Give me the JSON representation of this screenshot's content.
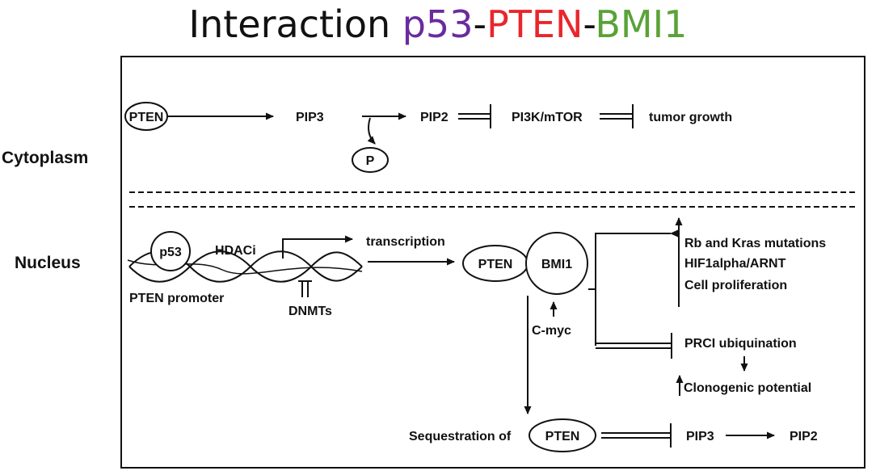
{
  "title": {
    "prefix": "Interaction ",
    "p53": "p53",
    "dash1": "-",
    "pten": "PTEN",
    "dash2": "-",
    "bmi1": "BMI1"
  },
  "colors": {
    "p53": "#6a2b9e",
    "pten": "#e8262c",
    "bmi1": "#5aa238",
    "text": "#111111"
  },
  "sections": {
    "cytoplasm": "Cytoplasm",
    "nucleus": "Nucleus"
  },
  "cytoplasm_pathway": {
    "pten": "PTEN",
    "pip3": "PIP3",
    "pip2": "PIP2",
    "phosphate": "P",
    "pi3k_mtor": "PI3K/mTOR",
    "tumor_growth": "tumor growth"
  },
  "nucleus_pathway": {
    "p53": "p53",
    "hdaci": "HDACi",
    "transcription": "transcription",
    "pten_promoter": "PTEN promoter",
    "dnmts": "DNMTs",
    "pten": "PTEN",
    "bmi1": "BMI1",
    "cmyc": "C-myc",
    "effects": [
      "Rb and Kras mutations",
      "HIF1alpha/ARNT",
      "Cell proliferation"
    ],
    "prci": "PRCI ubiquination",
    "clonogenic": "Clonogenic potential",
    "sequestration": "Sequestration of",
    "sequestered_pten": "PTEN",
    "pip3": "PIP3",
    "pip2": "PIP2"
  }
}
